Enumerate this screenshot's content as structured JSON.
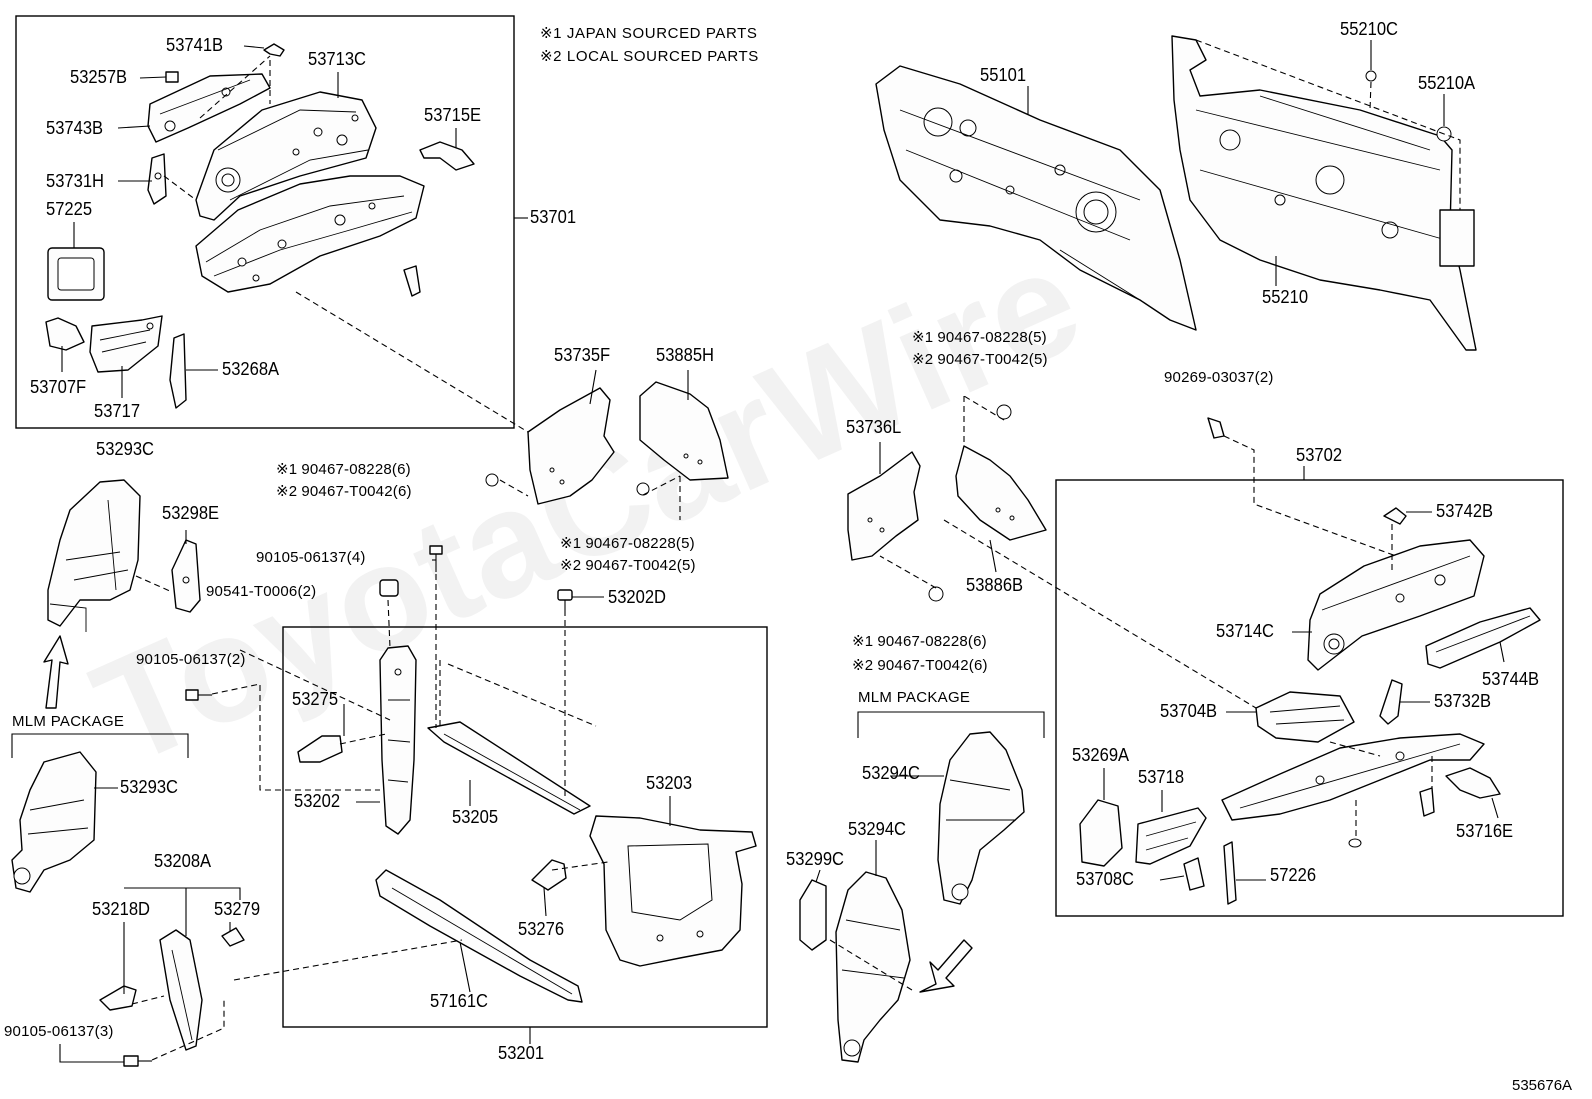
{
  "legend": {
    "japan": {
      "mark": "※1",
      "text": "JAPAN SOURCED PARTS"
    },
    "local": {
      "mark": "※2",
      "text": "LOCAL SOURCED PARTS"
    }
  },
  "reference_code": "535676A",
  "watermark": "ToyotaCarWire",
  "packages": {
    "mlm": "MLM PACKAGE"
  },
  "parts": {
    "p53741B": "53741B",
    "p53257B": "53257B",
    "p53713C": "53713C",
    "p53743B": "53743B",
    "p53715E": "53715E",
    "p53731H": "53731H",
    "p57225": "57225",
    "p53701": "53701",
    "p53707F": "53707F",
    "p53717": "53717",
    "p53268A": "53268A",
    "p53293C_top": "53293C",
    "p53298E": "53298E",
    "p53293C_mlm": "53293C",
    "p53735F": "53735F",
    "p53885H": "53885H",
    "p53202D": "53202D",
    "p53275": "53275",
    "p53202": "53202",
    "p53205": "53205",
    "p53203": "53203",
    "p53276": "53276",
    "p57161C": "57161C",
    "p53201": "53201",
    "p53208A": "53208A",
    "p53218D": "53218D",
    "p53279": "53279",
    "p55101": "55101",
    "p55210C": "55210C",
    "p55210A": "55210A",
    "p55210": "55210",
    "p53736L": "53736L",
    "p53886B": "53886B",
    "p53294C_a": "53294C",
    "p53294C_b": "53294C",
    "p53299C": "53299C",
    "p53702": "53702",
    "p53742B": "53742B",
    "p53714C": "53714C",
    "p53744B": "53744B",
    "p53704B": "53704B",
    "p53732B": "53732B",
    "p53269A": "53269A",
    "p53718": "53718",
    "p53716E": "53716E",
    "p53708C": "53708C",
    "p57226": "57226"
  },
  "fasteners": {
    "f1": {
      "mark": "※1",
      "text": "90467-08228(6)"
    },
    "f2": {
      "mark": "※2",
      "text": "90467-T0042(6)"
    },
    "f3": {
      "mark": "※1",
      "text": "90467-08228(5)"
    },
    "f4": {
      "mark": "※2",
      "text": "90467-T0042(5)"
    },
    "f5": {
      "mark": "※1",
      "text": "90467-08228(5)"
    },
    "f6": {
      "mark": "※2",
      "text": "90467-T0042(5)"
    },
    "f7": {
      "mark": "※1",
      "text": "90467-08228(6)"
    },
    "f8": {
      "mark": "※2",
      "text": "90467-T0042(6)"
    },
    "b1": {
      "text": "90105-06137(4)"
    },
    "b2": {
      "text": "90541-T0006(2)"
    },
    "b3": {
      "text": "90105-06137(2)"
    },
    "b4": {
      "text": "90105-06137(3)"
    },
    "b5": {
      "text": "90269-03037(2)"
    }
  }
}
